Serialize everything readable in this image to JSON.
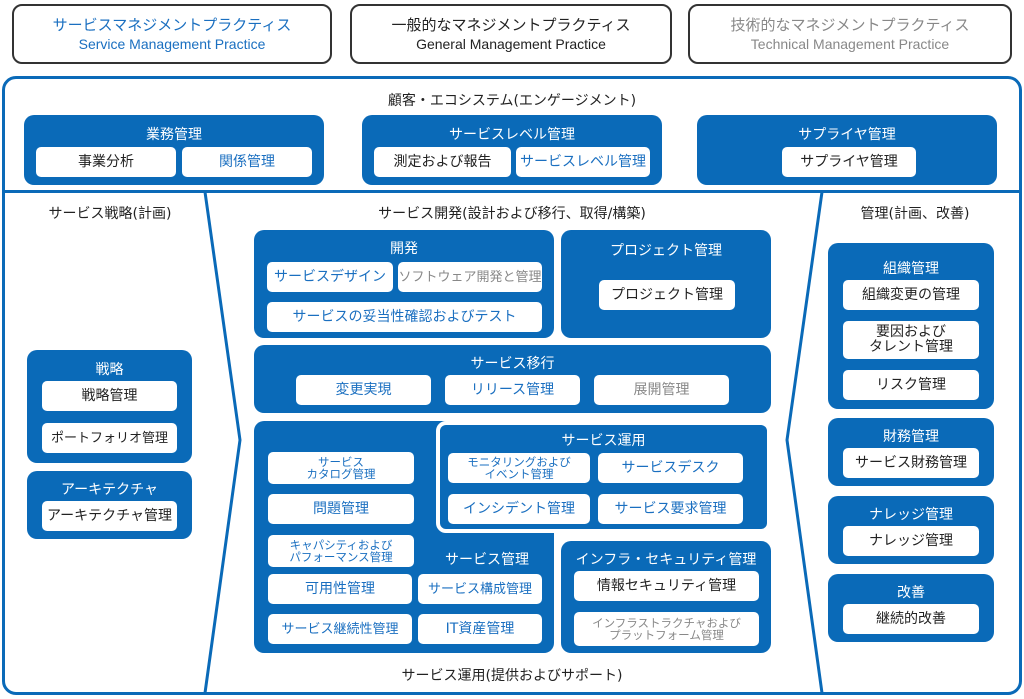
{
  "legend": [
    {
      "jp": "サービスマネジメントプラクティス",
      "en": "Service Management Practice",
      "color": "#1a6fc0"
    },
    {
      "jp": "一般的なマネジメントプラクティス",
      "en": "General Management Practice",
      "color": "#222222"
    },
    {
      "jp": "技術的なマネジメントプラクティス",
      "en": "Technical Management Practice",
      "color": "#888888"
    }
  ],
  "sections": {
    "customer": "顧客・エコシステム(エンゲージメント)",
    "strategy": "サービス戦略(計画)",
    "development": "サービス開発(設計および移行、取得/構築)",
    "management": "管理(計画、改善)",
    "operation": "サービス運用(提供およびサポート)"
  },
  "groups": {
    "business": {
      "title": "業務管理",
      "items": [
        {
          "label": "事業分析",
          "kind": "g"
        },
        {
          "label": "関係管理",
          "kind": "b"
        }
      ]
    },
    "service_level": {
      "title": "サービスレベル管理",
      "items": [
        {
          "label": "測定および報告",
          "kind": "g"
        },
        {
          "label": "サービスレベル管理",
          "kind": "b"
        }
      ]
    },
    "supplier": {
      "title": "サプライヤ管理",
      "items": [
        {
          "label": "サプライヤ管理",
          "kind": "g"
        }
      ]
    },
    "strategy": {
      "title": "戦略",
      "items": [
        {
          "label": "戦略管理",
          "kind": "g"
        },
        {
          "label": "ポートフォリオ管理",
          "kind": "g"
        }
      ]
    },
    "architecture": {
      "title": "アーキテクチャ",
      "items": [
        {
          "label": "アーキテクチャ管理",
          "kind": "g"
        }
      ]
    },
    "dev": {
      "title": "開発",
      "items": [
        {
          "label": "サービスデザイン",
          "kind": "b"
        },
        {
          "label": "ソフトウェア開発と管理",
          "kind": "t"
        },
        {
          "label": "サービスの妥当性確認およびテスト",
          "kind": "b"
        }
      ]
    },
    "project": {
      "title": "プロジェクト管理",
      "items": [
        {
          "label": "プロジェクト管理",
          "kind": "g"
        }
      ]
    },
    "transition": {
      "title": "サービス移行",
      "items": [
        {
          "label": "変更実現",
          "kind": "b"
        },
        {
          "label": "リリース管理",
          "kind": "b"
        },
        {
          "label": "展開管理",
          "kind": "t"
        }
      ]
    },
    "svc_ops": {
      "title": "サービス運用",
      "items": [
        {
          "label": "モニタリングおよびイベント管理",
          "line1": "モニタリングおよび",
          "line2": "イベント管理",
          "kind": "b"
        },
        {
          "label": "サービスデスク",
          "kind": "b"
        },
        {
          "label": "インシデント管理",
          "kind": "b"
        },
        {
          "label": "サービス要求管理",
          "kind": "b"
        }
      ]
    },
    "svc_mgmt": {
      "title": "サービス管理",
      "items": [
        {
          "label": "サービスカタログ管理",
          "line1": "サービス",
          "line2": "カタログ管理",
          "kind": "b"
        },
        {
          "label": "問題管理",
          "kind": "b"
        },
        {
          "label": "キャパシティおよびパフォーマンス管理",
          "line1": "キャパシティおよび",
          "line2": "パフォーマンス管理",
          "kind": "b"
        },
        {
          "label": "可用性管理",
          "kind": "b"
        },
        {
          "label": "サービス構成管理",
          "kind": "b"
        },
        {
          "label": "サービス継続性管理",
          "kind": "b"
        },
        {
          "label": "IT資産管理",
          "kind": "b"
        }
      ]
    },
    "infra": {
      "title": "インフラ・セキュリティ管理",
      "items": [
        {
          "label": "情報セキュリティ管理",
          "kind": "g"
        },
        {
          "label": "インフラストラクチャおよびプラットフォーム管理",
          "line1": "インフラストラクチャおよび",
          "line2": "プラットフォーム管理",
          "kind": "t"
        }
      ]
    },
    "org": {
      "title": "組織管理",
      "items": [
        {
          "label": "組織変更の管理",
          "kind": "g"
        },
        {
          "label": "要因およびタレント管理",
          "line1": "要因および",
          "line2": "タレント管理",
          "kind": "g"
        },
        {
          "label": "リスク管理",
          "kind": "g"
        }
      ]
    },
    "finance": {
      "title": "財務管理",
      "items": [
        {
          "label": "サービス財務管理",
          "kind": "g"
        }
      ]
    },
    "knowledge": {
      "title": "ナレッジ管理",
      "items": [
        {
          "label": "ナレッジ管理",
          "kind": "g"
        }
      ]
    },
    "improvement": {
      "title": "改善",
      "items": [
        {
          "label": "継続的改善",
          "kind": "g"
        }
      ]
    }
  },
  "colors": {
    "accent": "#0a6ab8",
    "service": "#1a6fc0",
    "general": "#222222",
    "technical": "#888888"
  }
}
